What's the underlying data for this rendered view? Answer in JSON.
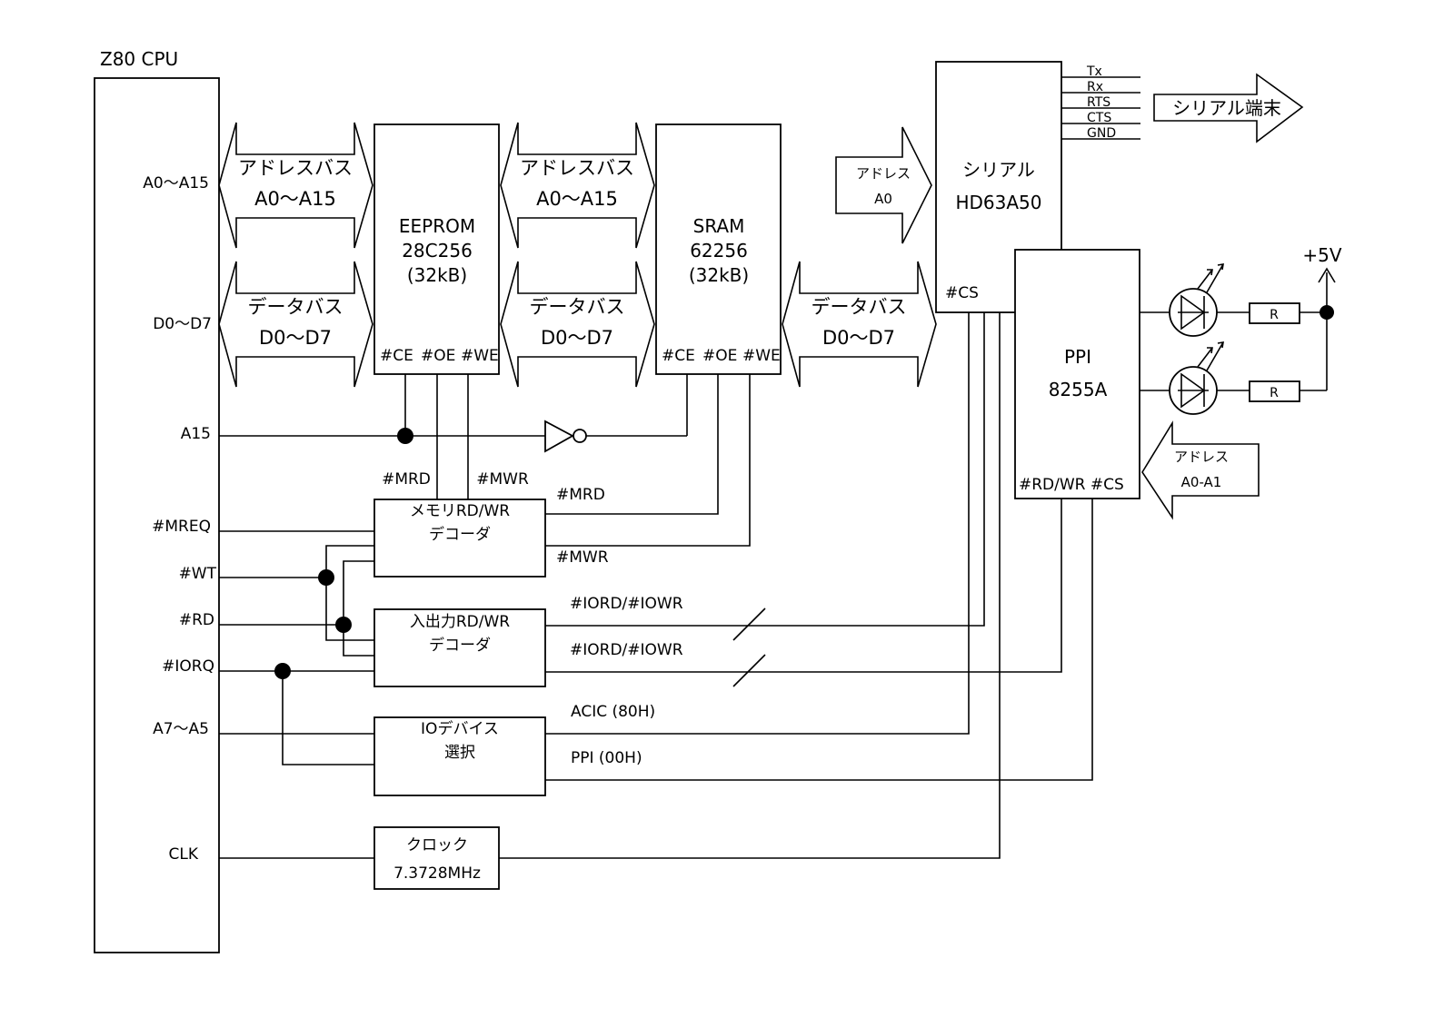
{
  "cpu": {
    "title": "Z80 CPU",
    "pins": {
      "addr": "A0～A15",
      "data": "D0～D7",
      "a15": "A15",
      "mreq": "#MREQ",
      "wt": "#WT",
      "rd": "#RD",
      "iorq": "#IORQ",
      "a7a5": "A7～A5",
      "clk": "CLK"
    }
  },
  "buses": {
    "addr_label": "アドレスバス",
    "addr_range": "A0～A15",
    "data_label": "データバス",
    "data_range": "D0～D7"
  },
  "eeprom": {
    "name": "EEPROM",
    "part": "28C256",
    "size": "(32kB)",
    "pin_ce": "#CE",
    "pin_oe": "#OE",
    "pin_we": "#WE"
  },
  "sram": {
    "name": "SRAM",
    "part": "62256",
    "size": "(32kB)",
    "pin_ce": "#CE",
    "pin_oe": "#OE",
    "pin_we": "#WE"
  },
  "serial": {
    "name": "シリアル",
    "part": "HD63A50",
    "pin_cs": "#CS",
    "addr_arrow_label": "アドレス",
    "addr_arrow_value": "A0",
    "signals": [
      "Tx",
      "Rx",
      "RTS",
      "CTS",
      "GND"
    ],
    "terminal": "シリアル端末"
  },
  "ppi": {
    "name": "PPI",
    "part": "8255A",
    "pins": "#RD/WR #CS",
    "addr_arrow_label": "アドレス",
    "addr_arrow_value": "A0-A1",
    "vcc": "+5V",
    "resistor": "R"
  },
  "decoders": {
    "mem_line1": "メモリRD/WR",
    "mem_line2": "デコーダ",
    "io_line1": "入出力RD/WR",
    "io_line2": "デコーダ",
    "sel_line1": "IOデバイス",
    "sel_line2": "選択"
  },
  "clock": {
    "name": "クロック",
    "freq": "7.3728MHz"
  },
  "signals": {
    "mrd": "#MRD",
    "mwr": "#MWR",
    "iord_iowr": "#IORD/#IOWR",
    "acic": "ACIC (80H)",
    "ppi_sel": "PPI (00H)"
  }
}
